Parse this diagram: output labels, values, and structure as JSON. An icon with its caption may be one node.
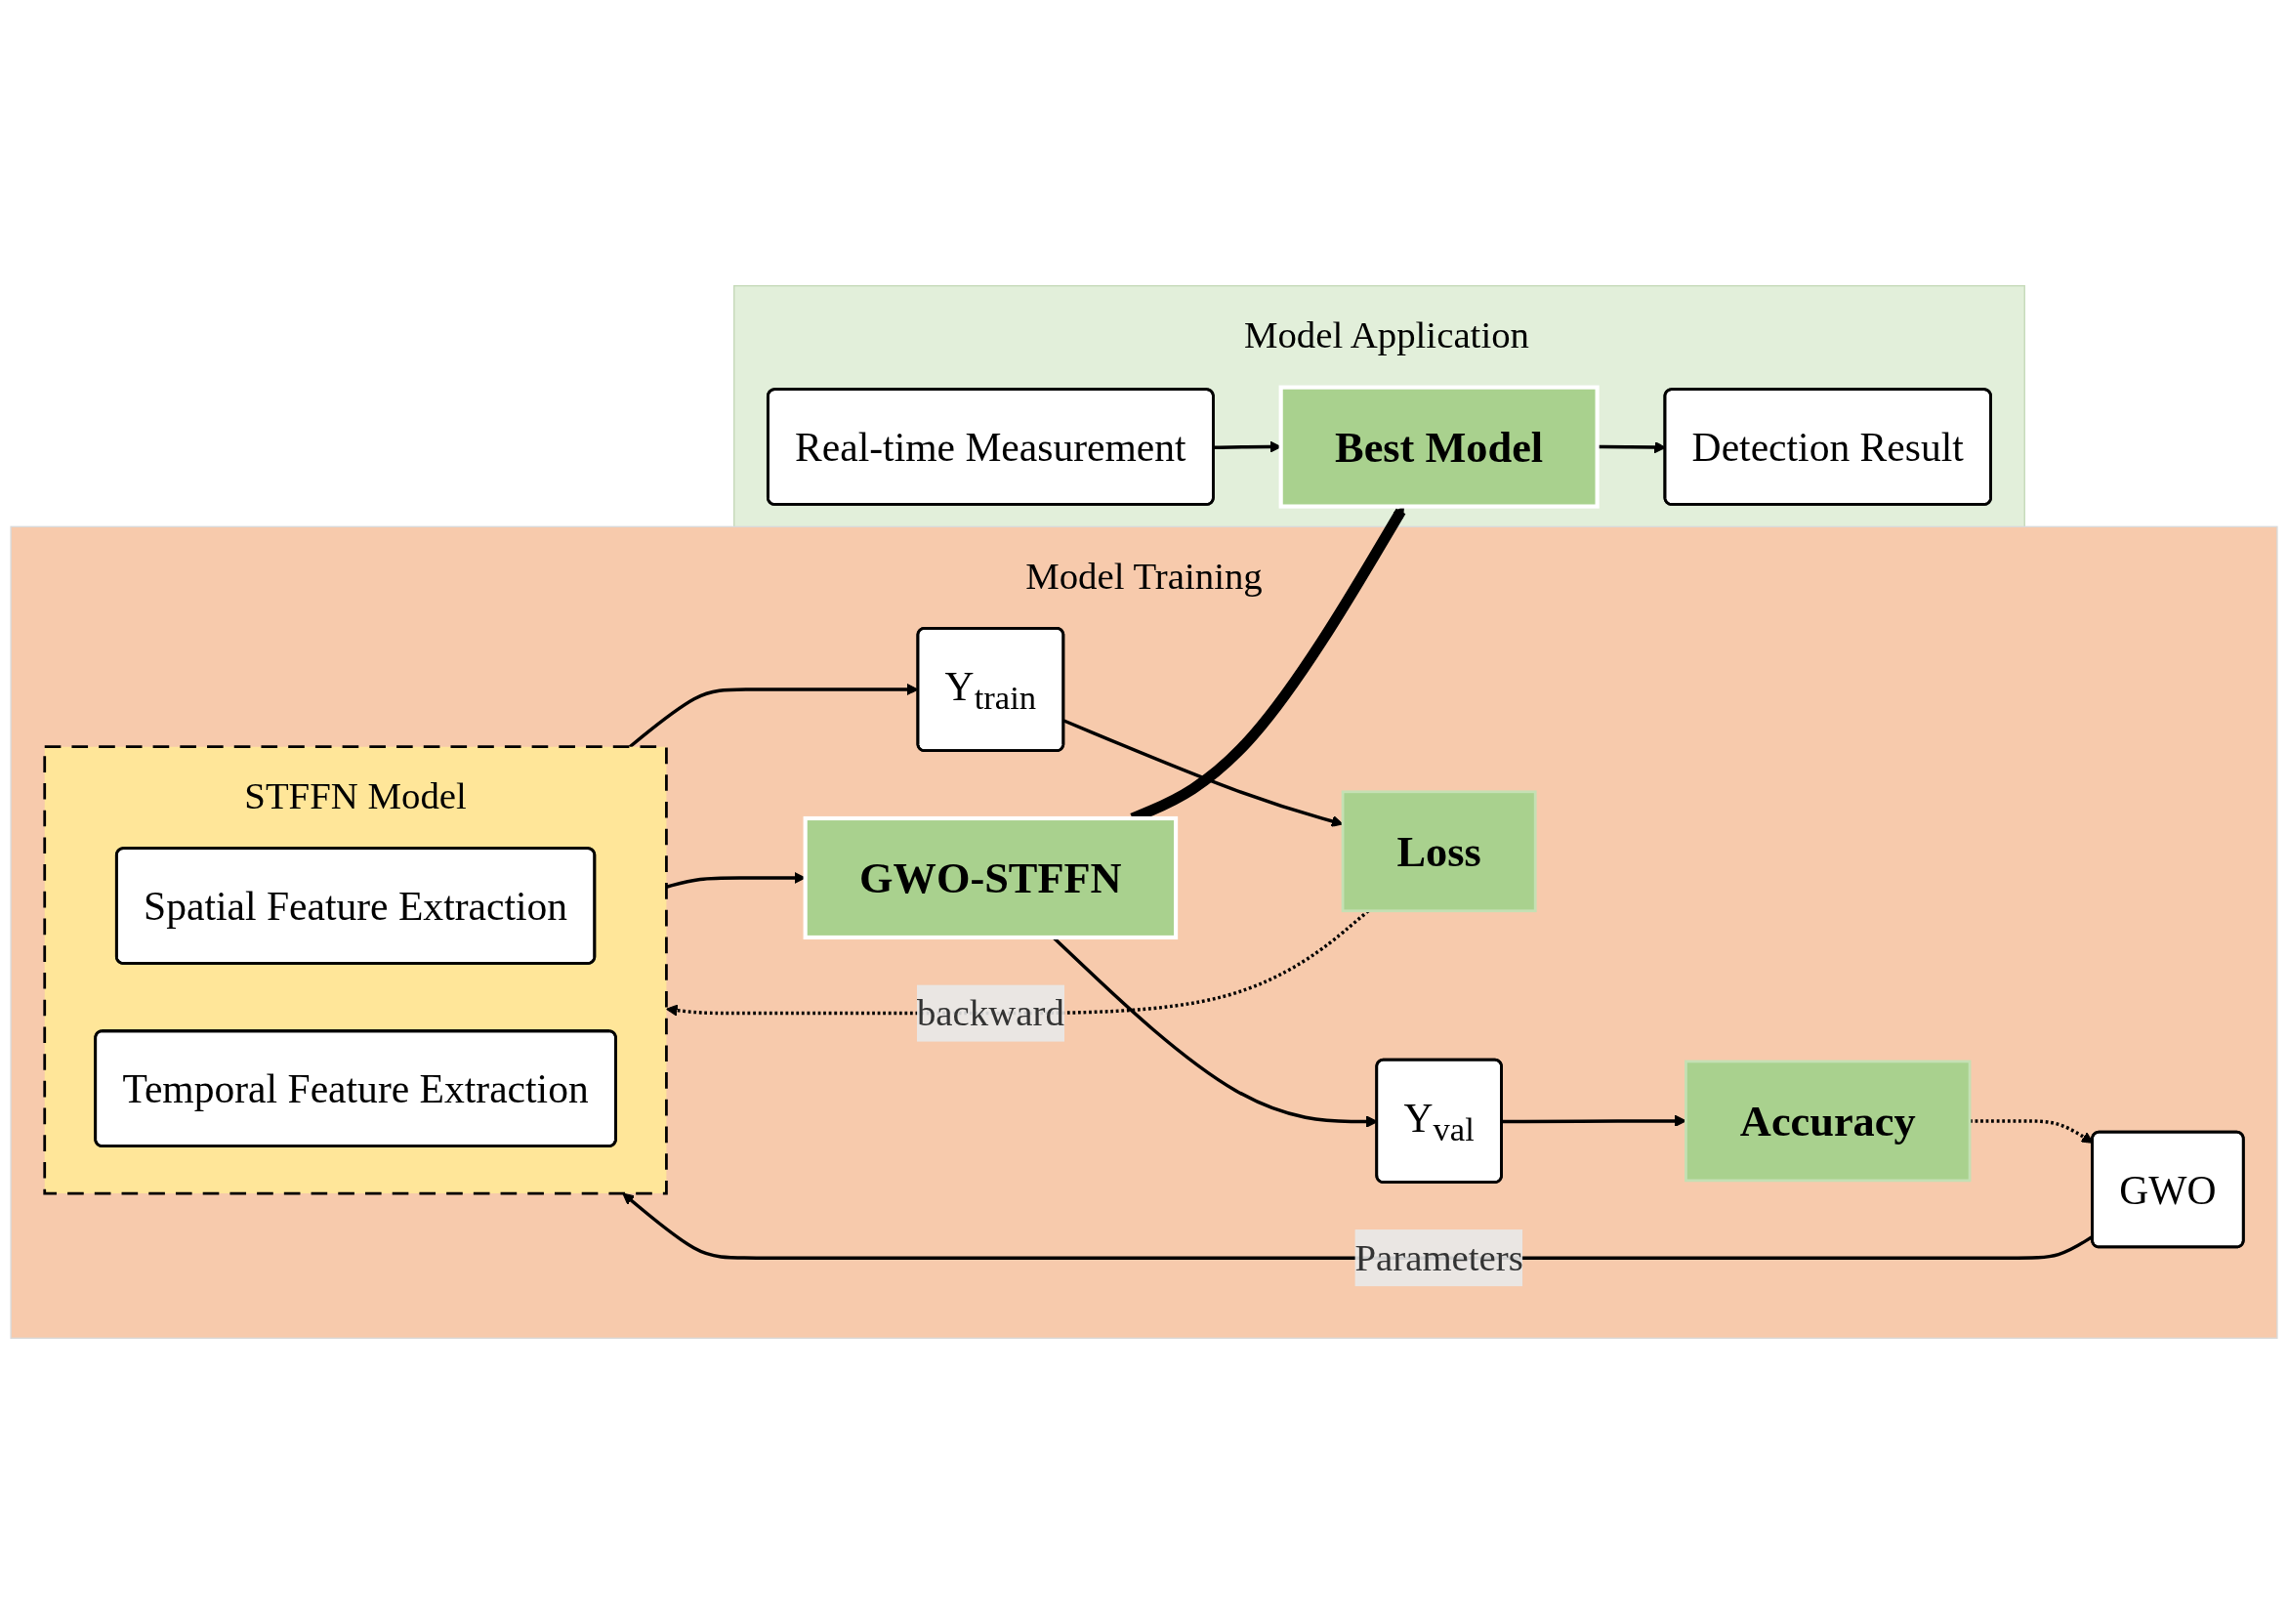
{
  "diagram": {
    "nodes": [
      {
        "text": [
          "Model Training"
        ]
      },
      {
        "text": [
          "GWO"
        ],
        "in": 0
      },
      {
        "text": [
          "STFFN Model"
        ],
        "in": 0
      },
      {
        "text": [
          "Spatial Feature Extraction"
        ],
        "in": 2
      },
      {
        "text": [
          "Temporal Feature Extraction"
        ],
        "in": 2
      },
      {
        "text": [
          "Y$_{train}$"
        ],
        "in": 0
      },
      {
        "text": [
          "Loss"
        ],
        "in": 0
      },
      {
        "text": [
          "GWO-STFFN"
        ],
        "in": 0
      },
      {
        "text": [
          "Y$_{val}$"
        ],
        "in": 0
      },
      {
        "text": [
          "Accuracy"
        ],
        "in": 0
      },
      {
        "text": [
          "Model Application"
        ]
      },
      {
        "text": [
          "Detection Result"
        ],
        "in": 10
      },
      {
        "text": [
          "Best Model"
        ],
        "in": 10
      },
      {
        "text": [
          "Real-time Measurement"
        ],
        "in": 10
      }
    ],
    "edges": [
      {
        "from": 1,
        "to": 2,
        "arrow": "to",
        "label": "Parameters"
      },
      {
        "from": 2,
        "to": 5,
        "arrow": "to"
      },
      {
        "from": 5,
        "to": 6,
        "arrow": "to"
      },
      {
        "from": 6,
        "to": 2,
        "arrow": "to",
        "style": "dashed",
        "label": "backward"
      },
      {
        "from": 2,
        "to": 7,
        "arrow": "to"
      },
      {
        "from": 7,
        "to": 8,
        "arrow": "to"
      },
      {
        "from": 8,
        "to": 9,
        "arrow": "to"
      },
      {
        "from": 9,
        "to": 1,
        "arrow": "to",
        "style": "dashed"
      },
      {
        "from": 7,
        "to": 12,
        "arrow": "to",
        "style": "thick"
      },
      {
        "from": 12,
        "to": 11,
        "arrow": "to"
      },
      {
        "from": 13,
        "to": 12,
        "arrow": "to"
      }
    ]
  }
}
